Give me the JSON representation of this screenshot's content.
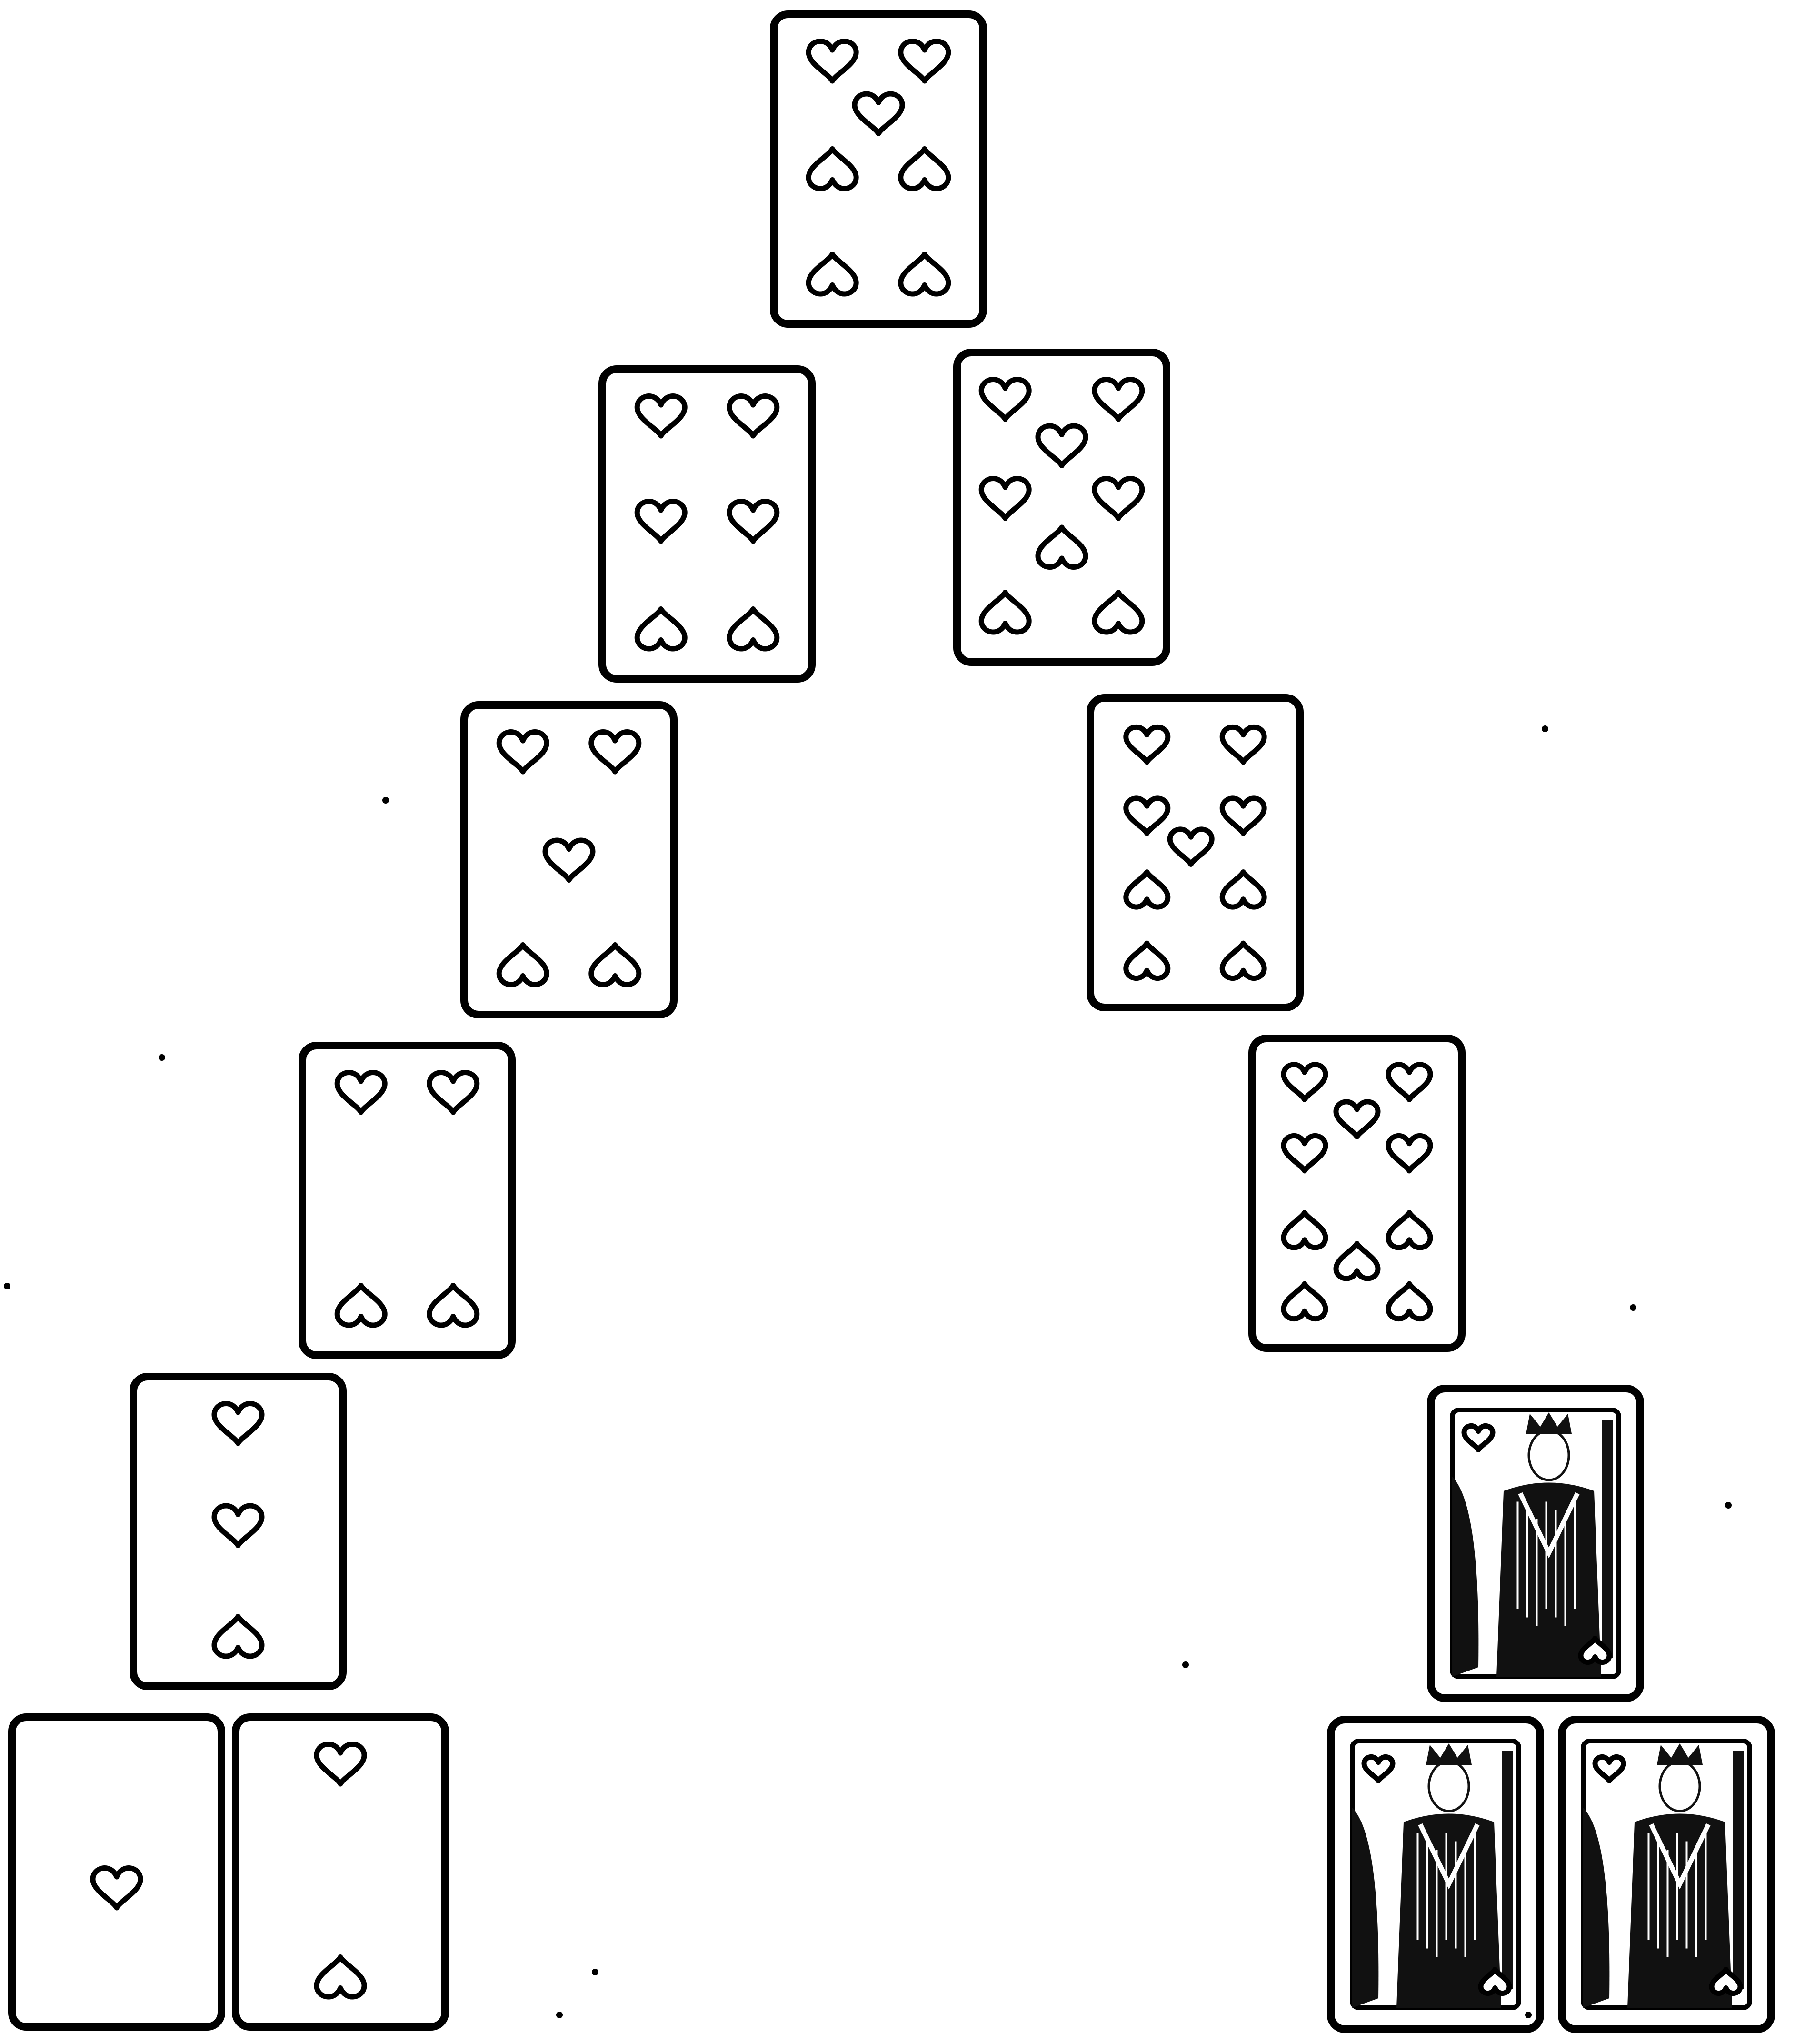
{
  "layout": {
    "description_shape": "pyramid",
    "suit": "hearts",
    "suit_icon": "heart-icon",
    "colors": {
      "ink": "#000000",
      "card_face": "#ffffff",
      "background": "#ffffff"
    }
  },
  "cards": [
    {
      "id": "seven-of-hearts",
      "rank": "7",
      "suit": "hearts",
      "kind": "pip"
    },
    {
      "id": "six-of-hearts",
      "rank": "6",
      "suit": "hearts",
      "kind": "pip"
    },
    {
      "id": "eight-of-hearts",
      "rank": "8",
      "suit": "hearts",
      "kind": "pip"
    },
    {
      "id": "five-of-hearts",
      "rank": "5",
      "suit": "hearts",
      "kind": "pip"
    },
    {
      "id": "nine-of-hearts",
      "rank": "9",
      "suit": "hearts",
      "kind": "pip"
    },
    {
      "id": "four-of-hearts",
      "rank": "4",
      "suit": "hearts",
      "kind": "pip"
    },
    {
      "id": "ten-of-hearts",
      "rank": "10",
      "suit": "hearts",
      "kind": "pip"
    },
    {
      "id": "three-of-hearts",
      "rank": "3",
      "suit": "hearts",
      "kind": "pip"
    },
    {
      "id": "jack-of-hearts",
      "rank": "J",
      "suit": "hearts",
      "kind": "court"
    },
    {
      "id": "ace-of-hearts",
      "rank": "A",
      "suit": "hearts",
      "kind": "pip"
    },
    {
      "id": "two-of-hearts",
      "rank": "2",
      "suit": "hearts",
      "kind": "pip"
    },
    {
      "id": "queen-of-hearts",
      "rank": "Q",
      "suit": "hearts",
      "kind": "court"
    },
    {
      "id": "king-of-hearts",
      "rank": "K",
      "suit": "hearts",
      "kind": "court"
    }
  ]
}
